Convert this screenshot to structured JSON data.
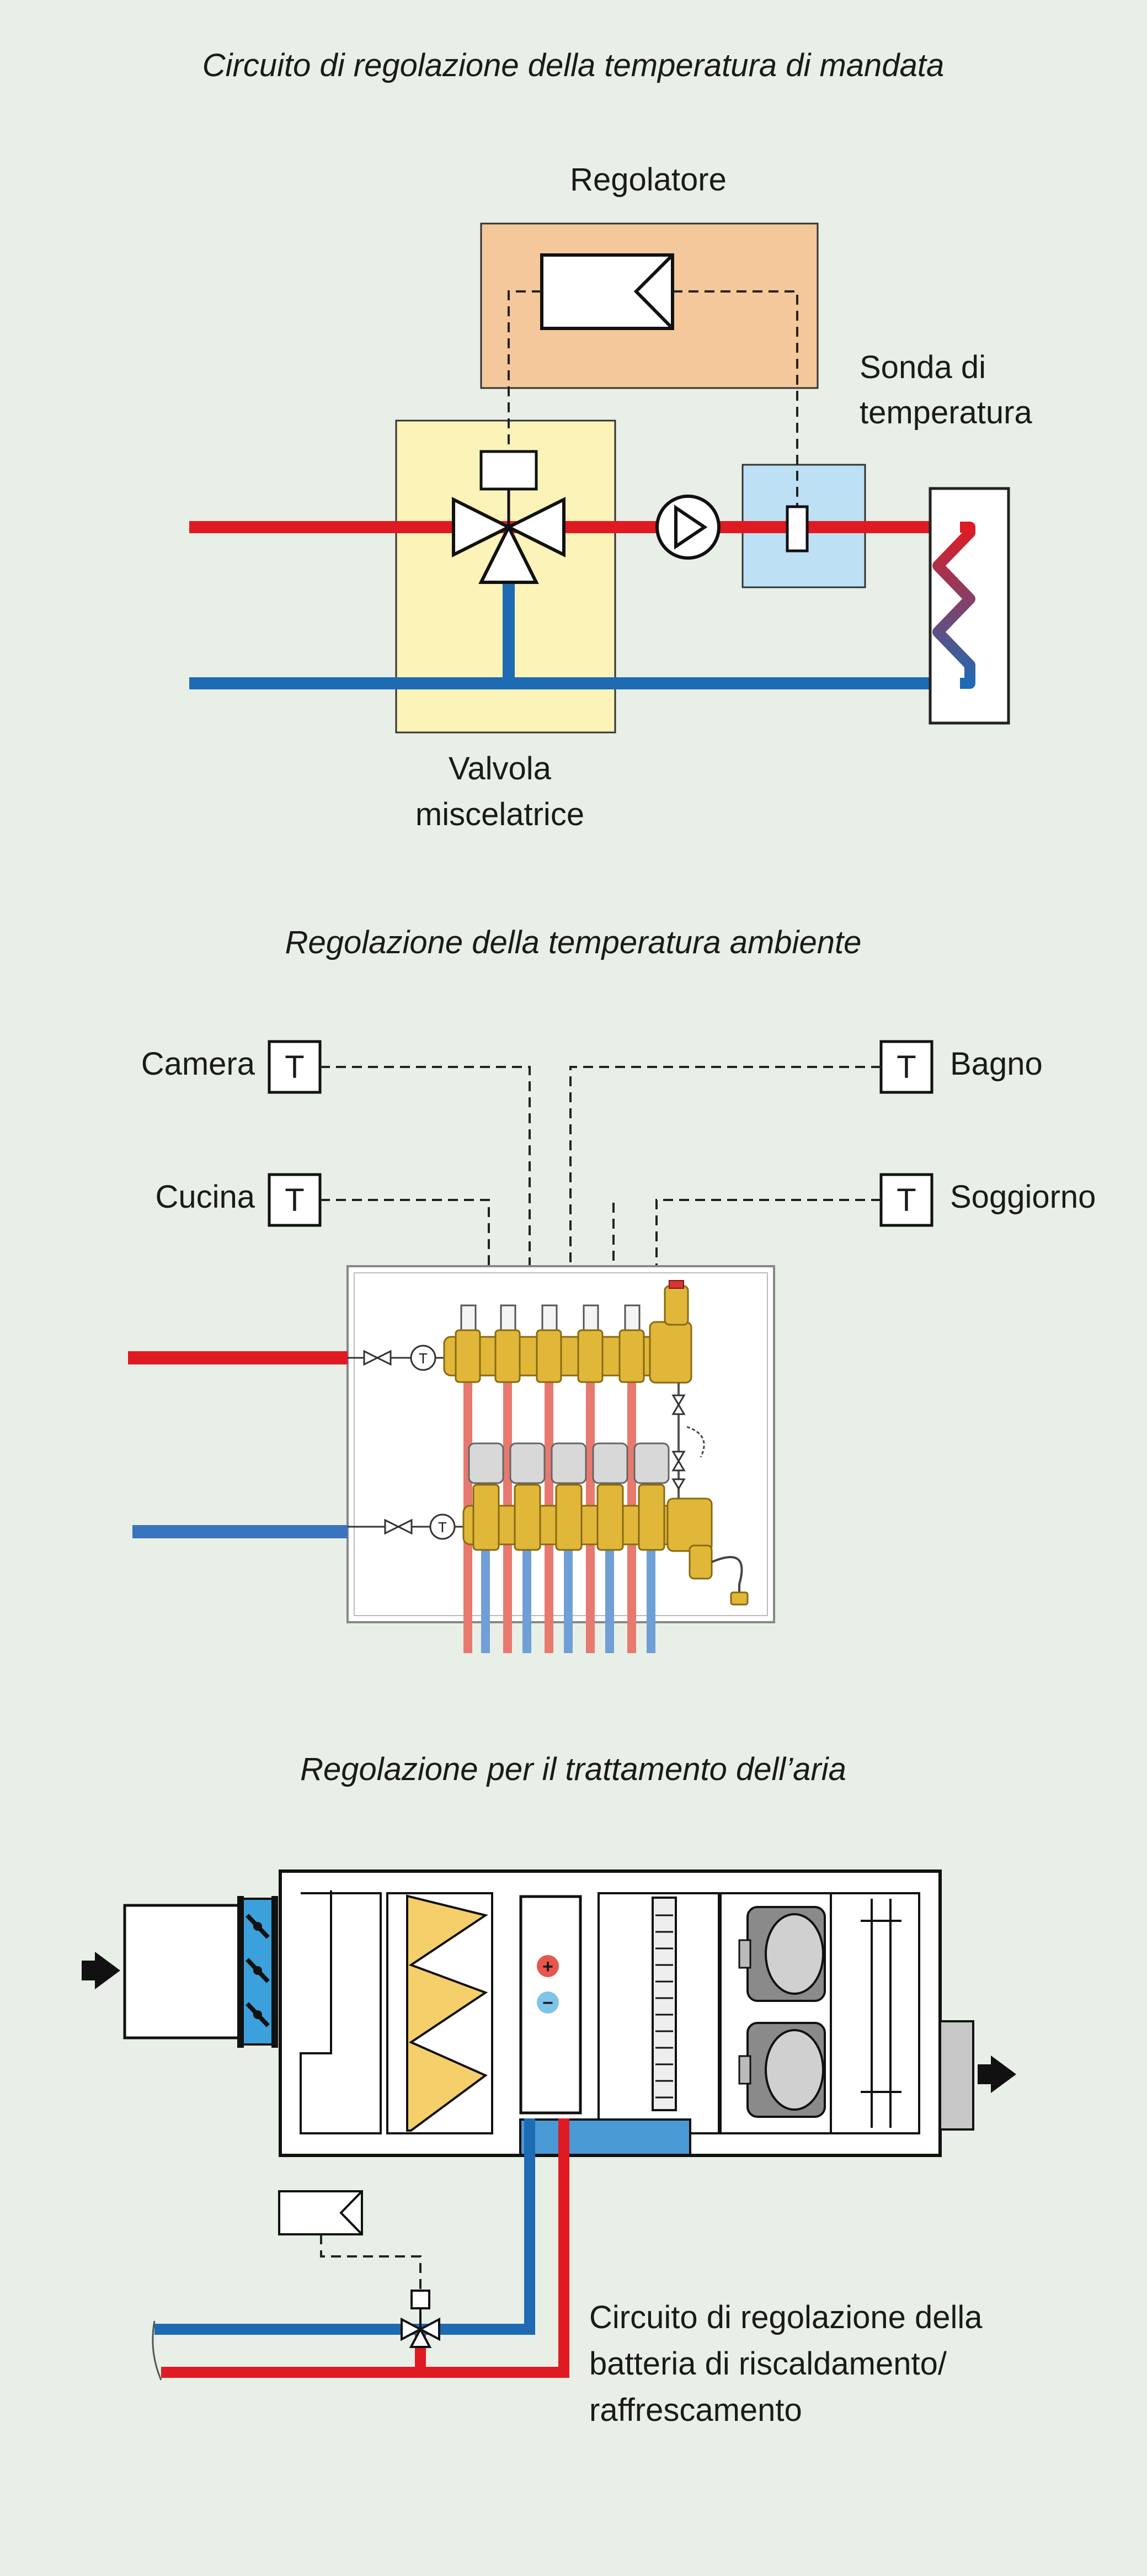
{
  "section1": {
    "title": "Circuito di regolazione della temperatura di mandata",
    "controller_label": "Regolatore",
    "sensor_label": [
      "Sonda di",
      "temperatura"
    ],
    "valve_label": [
      "Valvola",
      "miscelatrice"
    ]
  },
  "section2": {
    "title": "Regolazione della temperatura ambiente",
    "thermostats": [
      {
        "room": "Camera",
        "symbol": "T"
      },
      {
        "room": "Bagno",
        "symbol": "T"
      },
      {
        "room": "Cucina",
        "symbol": "T"
      },
      {
        "room": "Soggiorno",
        "symbol": "T"
      }
    ],
    "gauge_symbol": "T"
  },
  "section3": {
    "title": "Regolazione per il trattamento dell’aria",
    "coil_label": [
      "Circuito di regolazione della",
      "batteria di riscaldamento/",
      "raffrescamento"
    ],
    "plus": "+",
    "minus": "−"
  },
  "colors": {
    "background": "#e8efe6",
    "supply_red": "#e01a22",
    "return_blue": "#1e6bb4",
    "controller_box": "#f4c89a",
    "valve_box": "#fbf3b8",
    "sensor_box": "#bde0f4",
    "filter_yellow": "#f4cf6a",
    "brass": "#e1b73a"
  },
  "icons": [
    "thermometer-icon",
    "pump-icon",
    "three-way-valve-icon",
    "radiator-coil-icon",
    "fan-icon",
    "arrow-icon"
  ]
}
